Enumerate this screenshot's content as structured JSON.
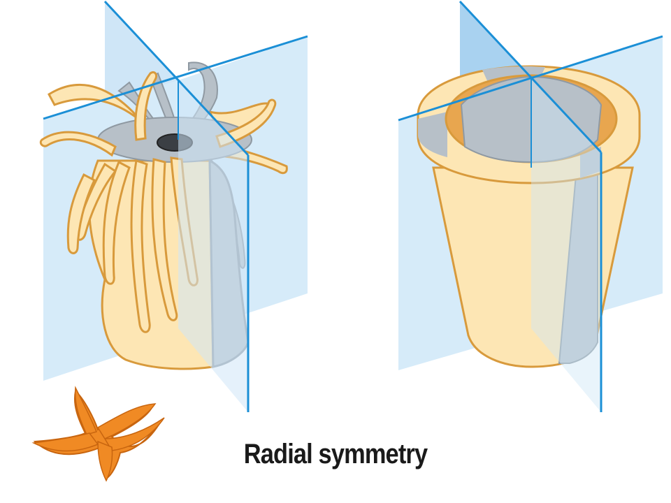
{
  "caption": "Radial symmetry",
  "colors": {
    "plane_fill": "#cfe6f7",
    "plane_edge": "#1b8fd6",
    "body_fill": "#fde6b4",
    "body_stroke": "#d89a3c",
    "shadow_fill": "#b7c0c8",
    "starfish": "#f08a24"
  },
  "figures": [
    {
      "name": "sea-anemone",
      "planes": 2
    },
    {
      "name": "flower-pot",
      "planes": 2
    },
    {
      "name": "starfish",
      "arms": 5
    }
  ]
}
